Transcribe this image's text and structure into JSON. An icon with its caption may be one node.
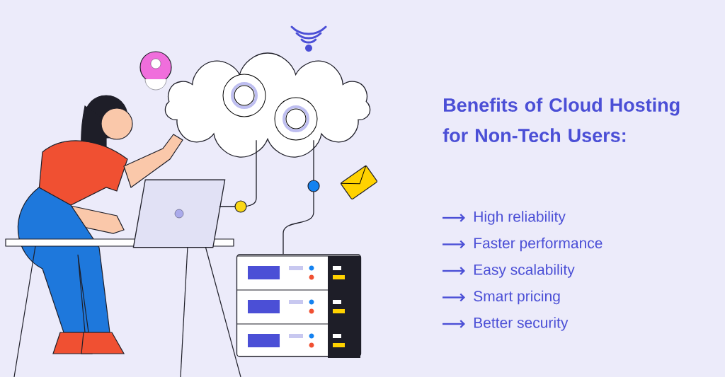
{
  "diagram": {
    "title": "Benefits of Cloud Hosting for Non-Tech Users:",
    "nodes": [
      {
        "text": [],
        "shape": "cloud"
      },
      {
        "text": [],
        "shape": "picture"
      },
      {
        "text": [],
        "shape": "picture"
      }
    ],
    "edges": [
      {
        "from": 0,
        "to": 1,
        "arrow": "none"
      },
      {
        "from": 0,
        "to": 2,
        "arrow": "none"
      }
    ],
    "labels": [
      "High reliability",
      "Faster performance",
      "Easy scalability",
      "Smart pricing",
      "Better security"
    ]
  }
}
